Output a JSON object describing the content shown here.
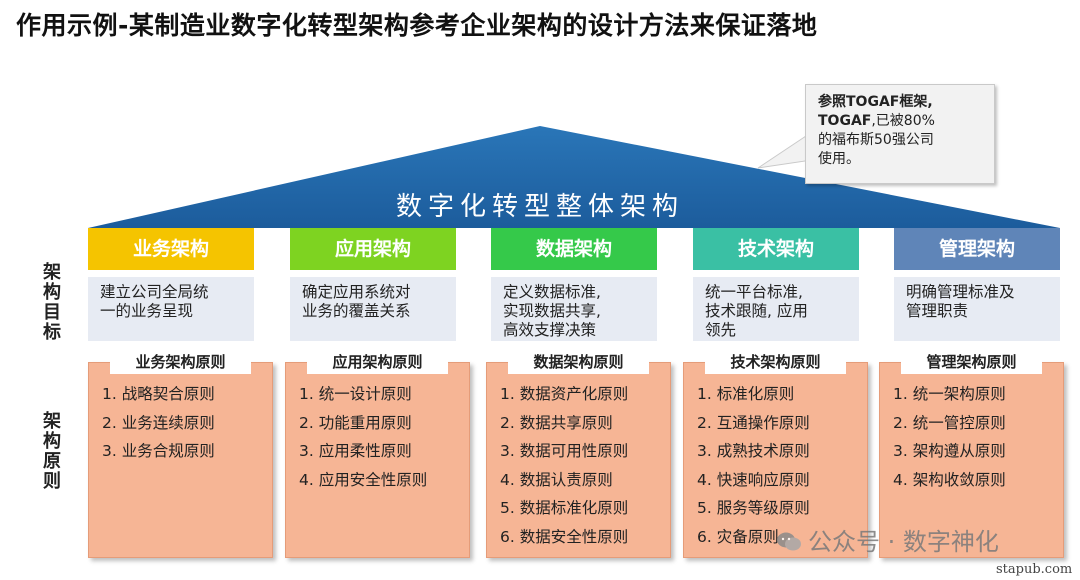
{
  "title": "作用示例-某制造业数字化转型架构参考企业架构的设计方法来保证落地",
  "roof_title": "数字化转型整体架构",
  "callout": {
    "line1": "参照TOGAF框架,",
    "line2_bold": "TOGAF",
    "line2_rest": ",已被80%",
    "line3": "的福布斯50强公司",
    "line4": "使用。"
  },
  "row_labels": {
    "goal": "架构目标",
    "principle": "架构原则"
  },
  "columns": [
    {
      "header": "业务架构",
      "color": "#f5c400",
      "goal_lines": [
        "建立公司全局统",
        "一的业务呈现"
      ],
      "principles_title": "业务架构原则",
      "principles": [
        "1. 战略契合原则",
        "2. 业务连续原则",
        "3. 业务合规原则"
      ]
    },
    {
      "header": "应用架构",
      "color": "#7ed321",
      "goal_lines": [
        "确定应用系统对",
        "业务的覆盖关系"
      ],
      "principles_title": "应用架构原则",
      "principles": [
        "1. 统一设计原则",
        "2. 功能重用原则",
        "3. 应用柔性原则",
        "4. 应用安全性原则"
      ]
    },
    {
      "header": "数据架构",
      "color": "#35c94a",
      "goal_lines": [
        "定义数据标准,",
        "实现数据共享,",
        "高效支撑决策"
      ],
      "principles_title": "数据架构原则",
      "principles": [
        "1. 数据资产化原则",
        "2. 数据共享原则",
        "3. 数据可用性原则",
        "4. 数据认责原则",
        "5. 数据标准化原则",
        "6. 数据安全性原则"
      ]
    },
    {
      "header": "技术架构",
      "color": "#3ac0a4",
      "goal_lines": [
        "统一平台标准,",
        "技术跟随, 应用",
        "领先"
      ],
      "principles_title": "技术架构原则",
      "principles": [
        "1. 标准化原则",
        "2. 互通操作原则",
        "3. 成熟技术原则",
        "4. 快速响应原则",
        "5. 服务等级原则",
        "6. 灾备原则"
      ]
    },
    {
      "header": "管理架构",
      "color": "#5f85b8",
      "goal_lines": [
        "明确管理标准及",
        "管理职责"
      ],
      "principles_title": "管理架构原则",
      "principles": [
        "1. 统一架构原则",
        "2. 统一管控原则",
        "3. 架构遵从原则",
        "4. 架构收敛原则"
      ]
    }
  ],
  "watermark": "公众号 · 数字神化",
  "footer": "stapub.com"
}
